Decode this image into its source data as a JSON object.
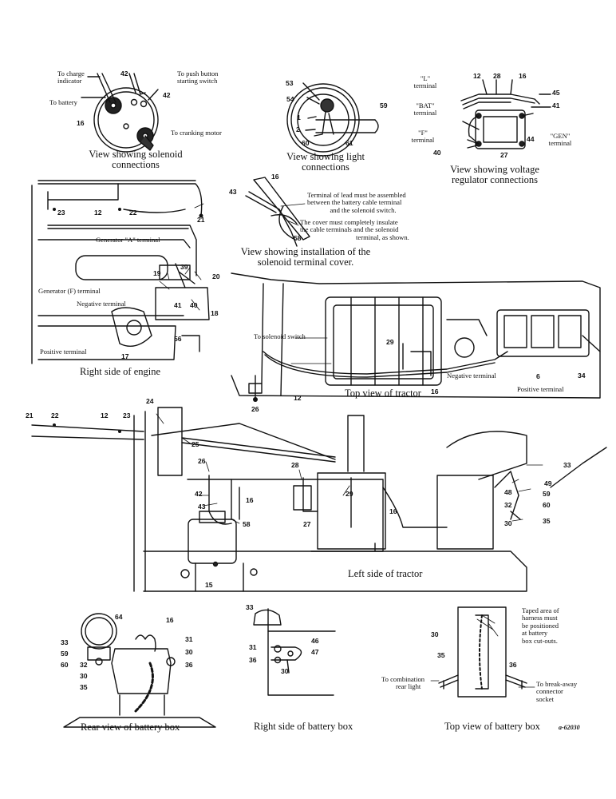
{
  "captions": {
    "solenoid": "View showing solenoid",
    "solenoid2": "connections",
    "light": "View showing light",
    "light2": "connections",
    "regulator": "View showing voltage",
    "regulator2": "regulator connections",
    "cover": "View showing installation of the",
    "cover2": "solenoid terminal cover.",
    "engine": "Right side of engine",
    "top_tractor": "Top view of tractor",
    "left_tractor": "Left side of tractor",
    "rear_box": "Rear view of battery box",
    "right_box": "Right side of battery box",
    "top_box": "Top view of battery box",
    "figure_code": "a-62030"
  },
  "labels": {
    "to_charge": "To charge",
    "indicator": "indicator",
    "to_battery": "To battery",
    "to_push": "To push button",
    "starting_switch": "starting switch",
    "to_cranking": "To cranking motor",
    "l_term": "\"L\"",
    "terminal": "terminal",
    "bat_term": "\"BAT\"",
    "f_term": "\"F\"",
    "gen_term": "\"GEN\"",
    "cover_note1": "Terminal of lead must be assembled",
    "cover_note2": "between the battery cable terminal",
    "cover_note3": "and the solenoid switch.",
    "cover_note4": "The cover must completely insulate",
    "cover_note5": "the cable terminals and the solenoid",
    "cover_note6": "terminal, as shown.",
    "gen_a": "Generator \"A\" terminal",
    "gen_f": "Generator (F) terminal",
    "neg_term": "Negative terminal",
    "pos_term": "Positive terminal",
    "to_solenoid_switch": "To solenoid switch",
    "taped1": "Taped area of",
    "taped2": "harness must",
    "taped3": "be positioned",
    "taped4": "at battery",
    "taped5": "box cut-outs.",
    "to_comb1": "To combination",
    "to_comb2": "rear light",
    "to_break1": "To break-away",
    "to_break2": "connector",
    "to_break3": "socket"
  },
  "nums": {
    "n12": "12",
    "n15": "15",
    "n16": "16",
    "n17": "17",
    "n18": "18",
    "n19": "19",
    "n20": "20",
    "n21": "21",
    "n22": "22",
    "n23": "23",
    "n24": "24",
    "n25": "25",
    "n26": "26",
    "n27": "27",
    "n28": "28",
    "n29": "29",
    "n30": "30",
    "n31": "31",
    "n32": "32",
    "n33": "33",
    "n34": "34",
    "n35": "35",
    "n36": "36",
    "n39": "39",
    "n40": "40",
    "n41": "41",
    "n42": "42",
    "n43": "43",
    "n44": "44",
    "n45": "45",
    "n46": "46",
    "n47": "47",
    "n48": "48",
    "n49": "49",
    "n53": "53",
    "n54": "54",
    "n56": "56",
    "n58": "58",
    "n59": "59",
    "n60": "60",
    "n61": "61",
    "n64": "64",
    "n1": "1",
    "n2": "2",
    "n6": "6"
  }
}
